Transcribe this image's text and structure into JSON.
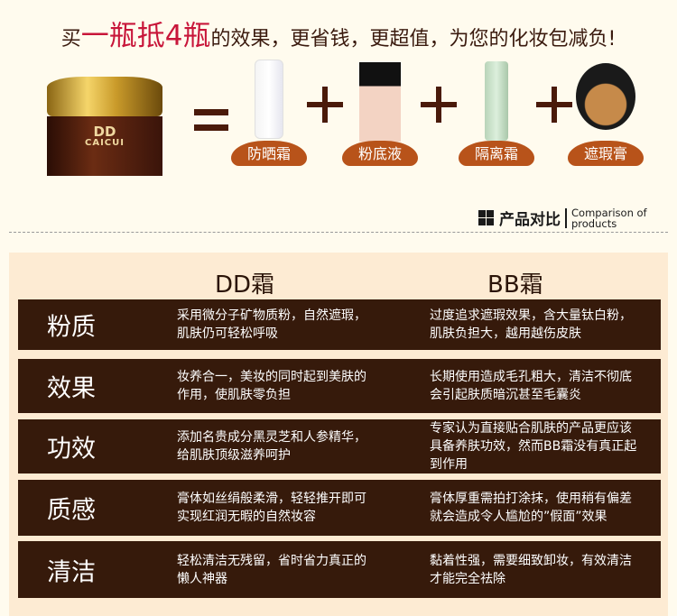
{
  "headline": {
    "pre": "买",
    "highlight": "一瓶抵4瓶",
    "post": "的效果，更省钱，更超值，为您的化妆包减负!"
  },
  "main_product": {
    "line1": "DD",
    "line2": "CAICUI"
  },
  "products": [
    {
      "label": "防晒霜"
    },
    {
      "label": "粉底液"
    },
    {
      "label": "隔离霜"
    },
    {
      "label": "遮瑕膏"
    }
  ],
  "section": {
    "title_cn": "产品对比",
    "title_en_1": "Comparison of",
    "title_en_2": "products"
  },
  "table": {
    "columns": [
      "DD霜",
      "BB霜"
    ],
    "rows": [
      {
        "label": "粉质",
        "dd": "采用微分子矿物质粉，自然遮瑕，肌肤仍可轻松呼吸",
        "bb": "过度追求遮瑕效果，含大量钛白粉，肌肤负担大，越用越伤皮肤"
      },
      {
        "label": "效果",
        "dd": "妆养合一，美妆的同时起到美肤的作用，使肌肤零负担",
        "bb": "长期使用造成毛孔粗大，清洁不彻底会引起肤质暗沉甚至毛囊炎"
      },
      {
        "label": "功效",
        "dd": "添加名贵成分黑灵芝和人参精华，给肌肤顶级滋养呵护",
        "bb": "专家认为直接贴合肌肤的产品更应该具备养肤功效，然而BB霜没有真正起到作用"
      },
      {
        "label": "质感",
        "dd": "膏体如丝绢般柔滑，轻轻推开即可实现红润无暇的自然妆容",
        "bb": "膏体厚重需拍打涂抹，使用稍有偏差就会造成令人尴尬的”假面”效果"
      },
      {
        "label": "清洁",
        "dd": "轻松清洁无残留，省时省力真正的懒人神器",
        "bb": "黏着性强，需要细致卸妆，有效清洁才能完全祛除"
      }
    ]
  }
}
